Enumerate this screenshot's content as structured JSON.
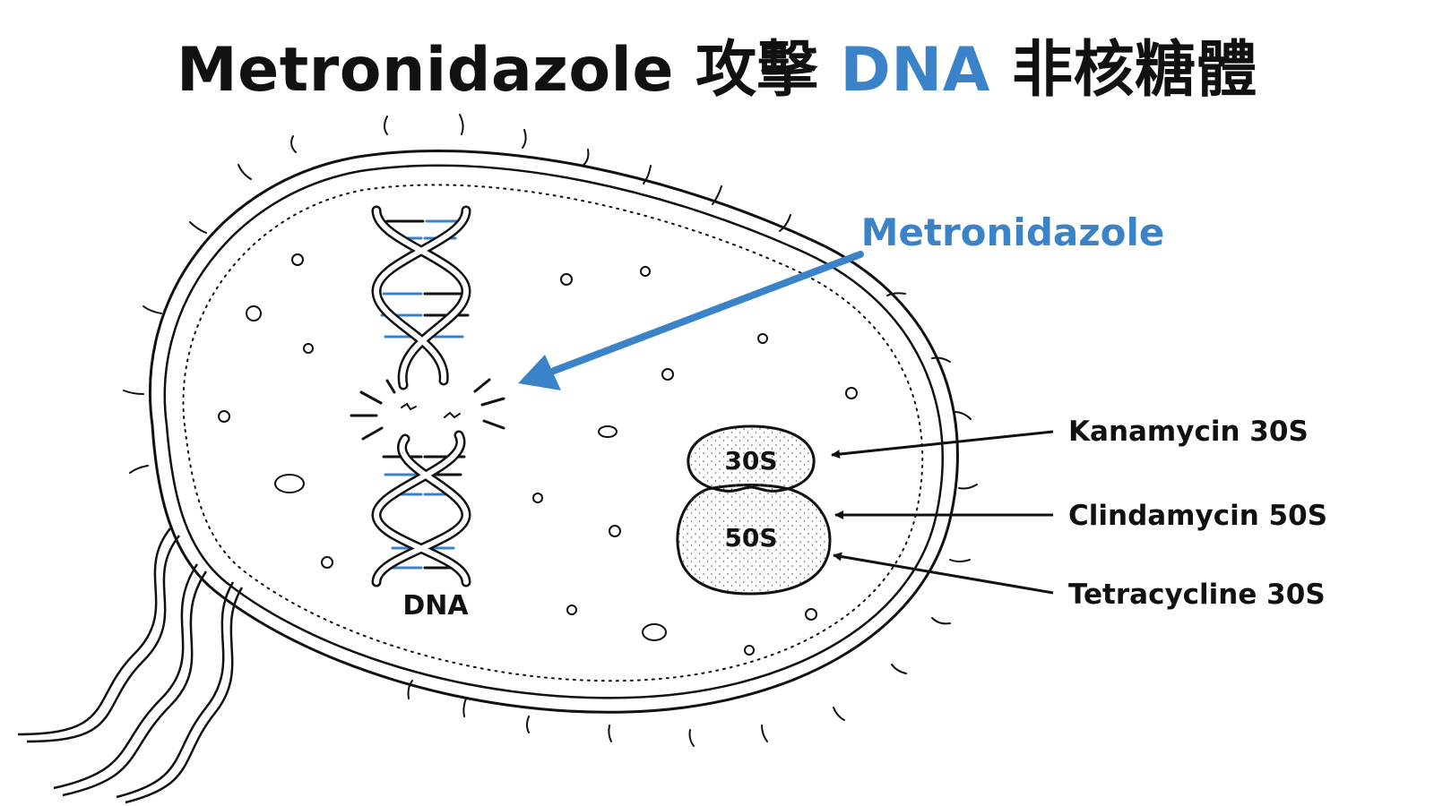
{
  "title": {
    "part1": "Metronidazole 攻擊",
    "highlight": "DNA",
    "part2": "非核糖體"
  },
  "labels": {
    "drug": "Metronidazole",
    "dna": "DNA",
    "ribosome_small": "30S",
    "ribosome_large": "50S",
    "kanamycin": "Kanamycin 30S",
    "clindamycin": "Clindamycin 50S",
    "tetracycline": "Tetracycline 30S"
  },
  "colors": {
    "accent": "#3b83c8",
    "ink": "#111111"
  }
}
